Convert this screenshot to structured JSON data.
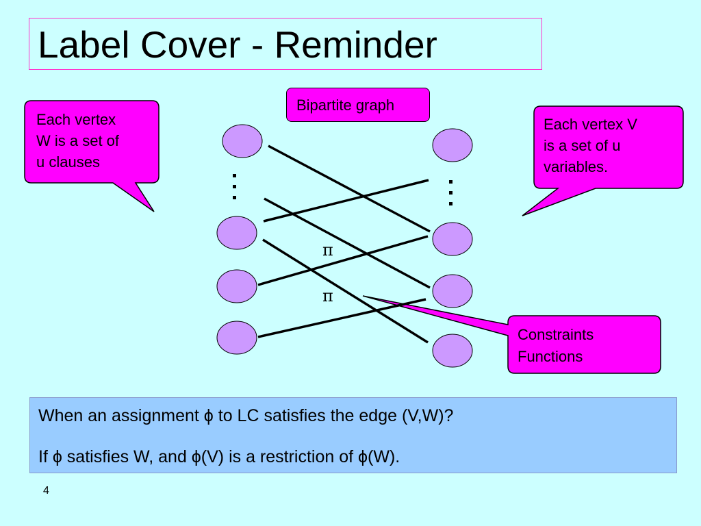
{
  "slide": {
    "title": "Label Cover - Reminder",
    "page_number": "4"
  },
  "graph": {
    "label": "Bipartite graph",
    "edge_labels": [
      "π",
      "π"
    ],
    "ellipsis_glyph": "⋮",
    "node_fill": "#cc99ff",
    "edge_color": "#000000"
  },
  "callouts": {
    "left": [
      "Each vertex",
      "W is a set of",
      "u clauses"
    ],
    "right": [
      "Each vertex V",
      "is a set of u",
      "variables."
    ],
    "constraints": [
      "Constraints",
      "Functions"
    ],
    "fill": "#ff00ff"
  },
  "question": {
    "line1": "When an assignment ϕ to LC satisfies the edge (V,W)?",
    "line2": "If ϕ satisfies W, and ϕ(V) is a restriction of  ϕ(W)."
  },
  "colors": {
    "background": "#ccffff",
    "title_border": "#ff33cc",
    "question_bg": "#99ccff"
  }
}
